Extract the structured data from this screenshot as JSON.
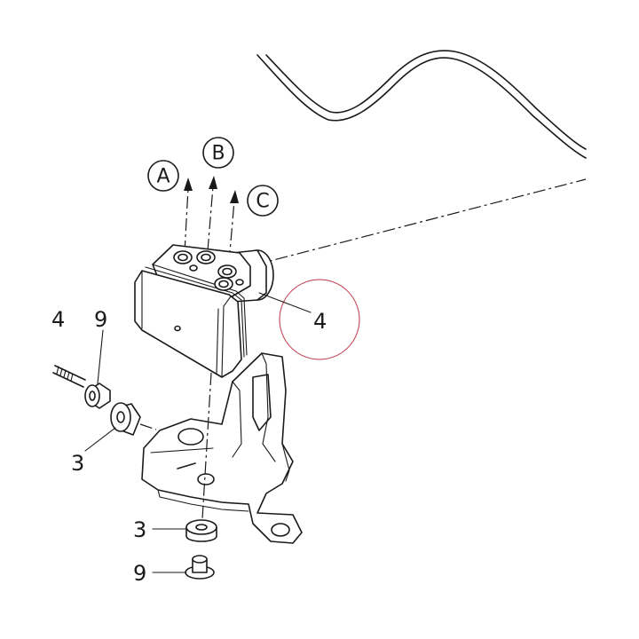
{
  "diagram": {
    "connection_labels": [
      "A",
      "B",
      "C"
    ],
    "callouts": {
      "abs_unit": "4",
      "bolt_left": "4",
      "washer_upper": "9",
      "grommet_left": "3",
      "grommet_lower": "3",
      "washer_lower": "9"
    },
    "colors": {
      "line": "#1a1a1a",
      "highlight_circle": "#c0394b"
    }
  }
}
